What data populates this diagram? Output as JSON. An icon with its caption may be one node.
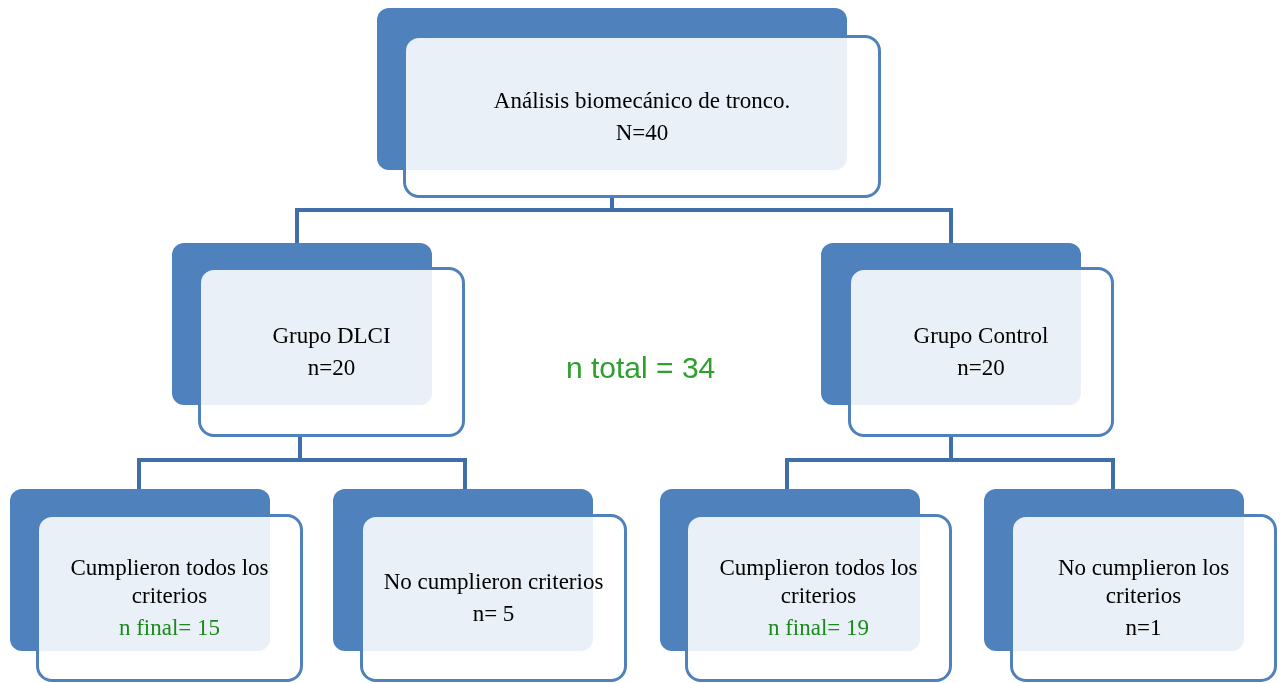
{
  "diagram": {
    "nodes": [
      {
        "text": [
          "Análisis biomecánico de tronco.",
          "N=40"
        ]
      },
      {
        "text": [
          "Grupo DLCI",
          "n=20"
        ]
      },
      {
        "text": [
          "Grupo Control",
          "n=20"
        ]
      },
      {
        "text": [
          "Cumplieron todos los criterios",
          "n final= 15"
        ]
      },
      {
        "text": [
          "No cumplieron criterios",
          "n= 5"
        ]
      },
      {
        "text": [
          "Cumplieron todos los criterios",
          "n final= 19"
        ]
      },
      {
        "text": [
          "No cumplieron los criterios",
          "n=1"
        ]
      }
    ],
    "edges": [
      {
        "from": 0,
        "to": 1,
        "arrow": "none"
      },
      {
        "from": 0,
        "to": 2,
        "arrow": "none"
      },
      {
        "from": 1,
        "to": 3,
        "arrow": "none"
      },
      {
        "from": 1,
        "to": 4,
        "arrow": "none"
      },
      {
        "from": 2,
        "to": 5,
        "arrow": "none"
      },
      {
        "from": 2,
        "to": 6,
        "arrow": "none"
      }
    ],
    "labels": [
      "n total = 34"
    ]
  }
}
